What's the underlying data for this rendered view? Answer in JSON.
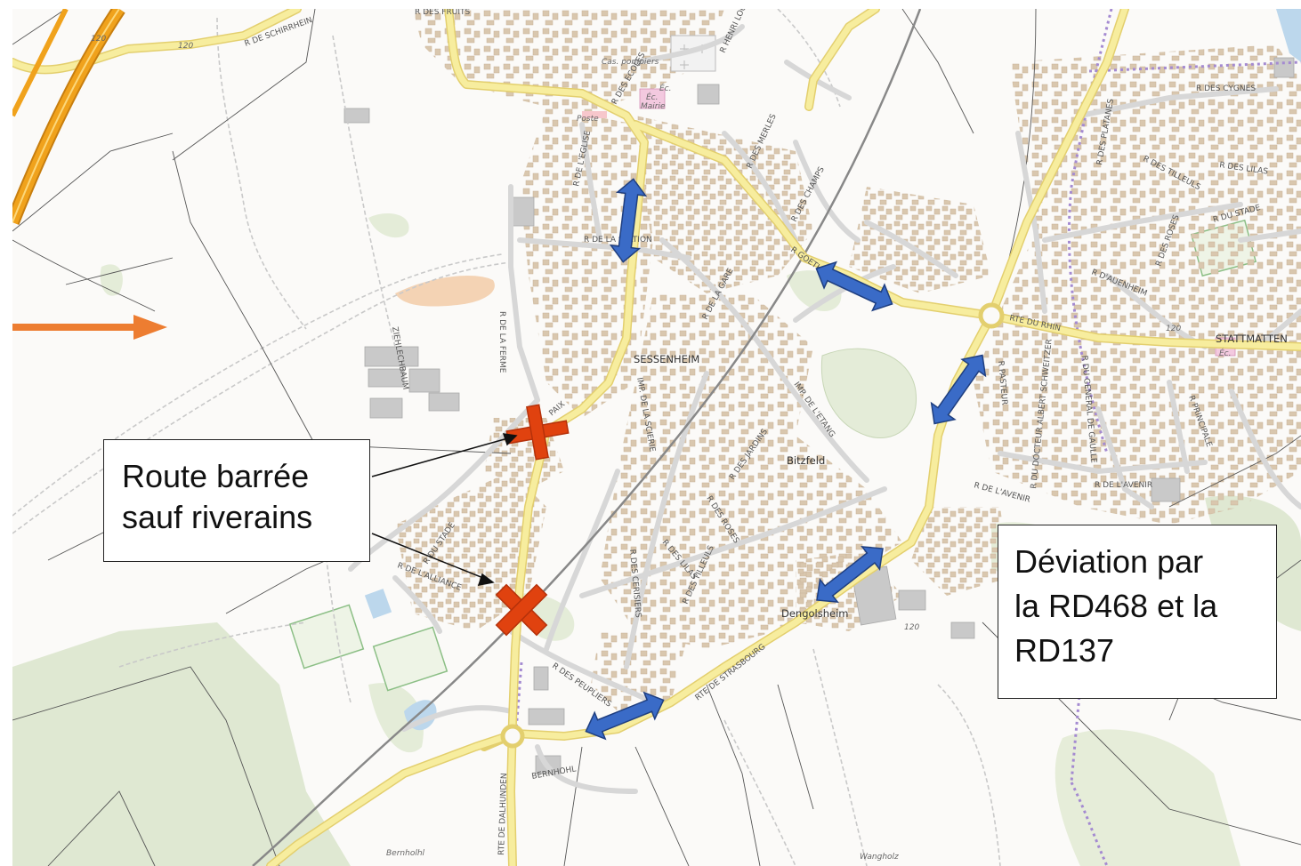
{
  "map": {
    "towns": {
      "sessenheim": "SESSENHEIM",
      "stattmatten": "STATTMATTEN",
      "bitzfeld": "Bitzfeld",
      "dengolsheim": "Dengolsheim",
      "bernhohl": "Bernholhl",
      "wangholz": "Wangholz"
    },
    "streets": {
      "r_des_fruits": "R DES FRUITS",
      "r_de_schirrhein": "R DE SCHIRRHEIN",
      "r_henri_loux": "R HENRI LOUX",
      "r_des_ecoles": "R DES ECOLES",
      "r_de_l_eglise": "R DE L'EGLISE",
      "r_des_merles": "R DES MERLES",
      "r_des_champs": "R DES CHAMPS",
      "r_goethe": "R GOETHE",
      "r_de_la_station": "R DE LA STATION",
      "r_de_la_gare": "R DE LA GARE",
      "r_de_la_ferme": "R DE LA FERME",
      "ziehlechbaum": "ZIEHLECHBAUM",
      "paix": "PAIX",
      "imp_de_la_scierie": "IMP. DE LA SCIERIE",
      "imp_de_l_etang": "IMP. DE L'ETANG",
      "r_des_jardins": "R DES JARDINS",
      "r_des_roses_w": "R DES ROSES",
      "r_des_lilas_w": "R DES LILAS",
      "r_des_cerisiers": "R DES CERISIERS",
      "r_des_tilleuls_w": "R DES TILLEULS",
      "r_du_stade_w": "R DU STADE",
      "r_de_l_alliance": "R DE L'ALLIANCE",
      "r_des_peupliers": "R DES PEUPLIERS",
      "rte_de_strasbourg": "RTE DE STRASBOURG",
      "rte_de_dalhunden": "RTE DE DALHUNDEN",
      "bernhohl_road": "BERNHOHL",
      "rte_du_rhin": "RTE DU RHIN",
      "r_pasteur": "R PASTEUR",
      "r_du_docteur": "R DU DOCTEUR ALBERT SCHWEITZER",
      "r_du_general": "R DU GENERAL DE GAULLE",
      "r_principale": "R PRINCIPALE",
      "r_de_l_avenir_1": "R DE L'AVENIR",
      "r_de_l_avenir_2": "R DE L'AVENIR",
      "r_des_cygnes": "R DES CYGNES",
      "r_des_platanes": "R DES PLATANES",
      "r_des_lilas_e": "R DES LILAS",
      "r_des_tilleuls_e": "R DES TILLEULS",
      "r_du_stade_e": "R DU STADE",
      "r_des_roses_e": "R DES ROSES",
      "r_d_auenheim": "R D'AUENHEIM"
    },
    "pois": {
      "cas_pompiers": "Cas. pompiers",
      "ec1": "Éc.",
      "ec2": "Éc.",
      "mairie": "Mairie",
      "poste": "Poste",
      "ec_stattmatten": "Éc."
    },
    "elevation_labels": [
      "120",
      "120",
      "120",
      "120"
    ],
    "colors": {
      "main_road": "#f7ed9e",
      "main_road_casing": "#e3cf6e",
      "motorway": "#f0a21c",
      "building": "#d9c7ae",
      "forest": "#dfe8d2",
      "sand": "#f4d3b4",
      "railway": "#888888",
      "detour_arrow": "#3a6bc7",
      "closure_cross": "#e0420f",
      "side_arrow": "#ed7d31"
    },
    "markers": {
      "closure_cross": "road-closed-cross-icon",
      "detour_arrow": "double-headed-arrow-icon",
      "side_arrow": "right-arrow-icon"
    }
  },
  "callouts": {
    "road_closed": {
      "line1": "Route barrée",
      "line2": "sauf riverains"
    },
    "detour": {
      "line1": "Déviation par",
      "line2": "la RD468 et la",
      "line3": "RD137"
    }
  }
}
